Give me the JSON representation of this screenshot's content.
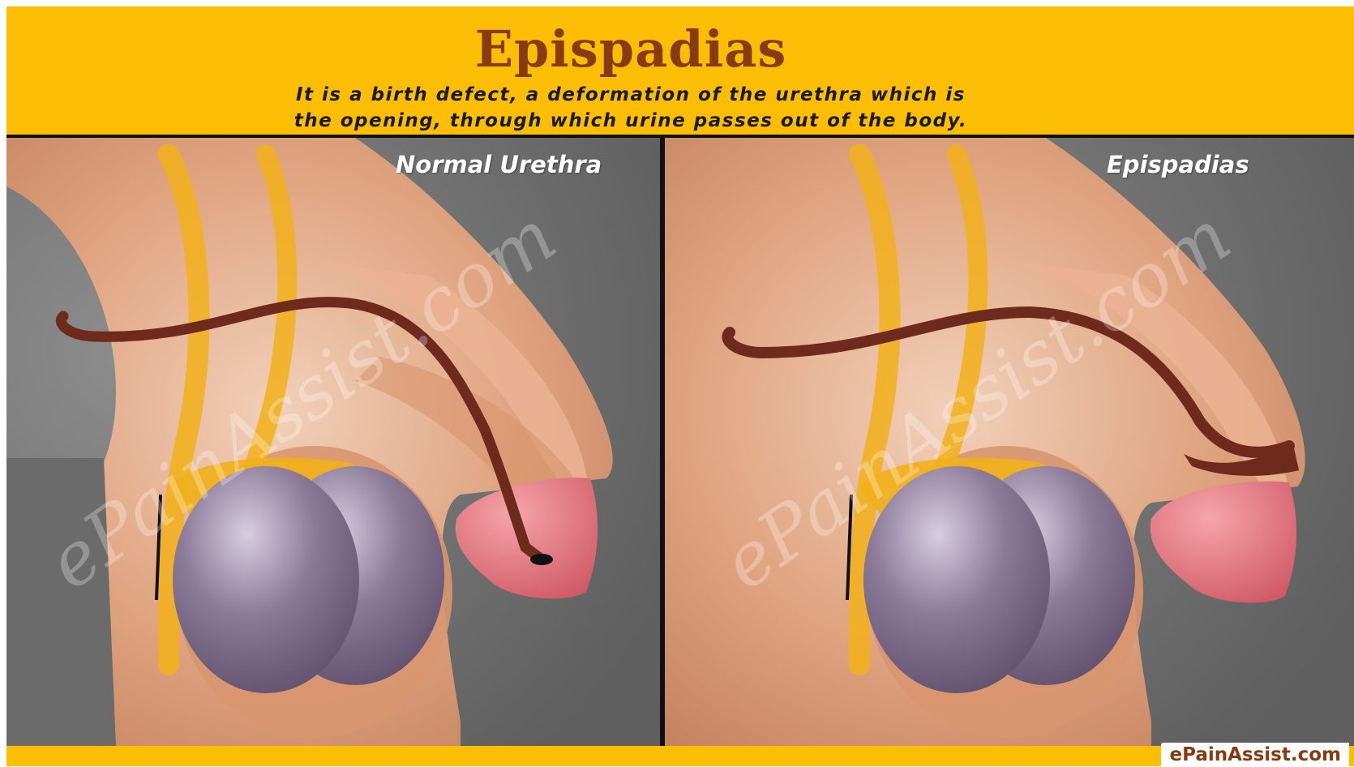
{
  "title": "Epispadias",
  "subtitle_line1": "It is a birth defect, a deformation of the urethra which is",
  "subtitle_line2": "the opening, through which urine passes out of the body.",
  "panels": {
    "left": {
      "label": "Normal Urethra",
      "watermark": "ePainAssist.com"
    },
    "right": {
      "label": "Epispadias",
      "watermark": "ePainAssist.com"
    }
  },
  "footer_brand": "ePainAssist.com",
  "colors": {
    "header_bg": "#fbbe04",
    "title": "#8a3a10",
    "background_gray": "#6b6b6b",
    "skin": "#e4a47e",
    "testis": "#8b7a98",
    "glans": "#e2727c",
    "urethra": "#6e2a1c",
    "vas_deferens": "#f2b01a"
  }
}
